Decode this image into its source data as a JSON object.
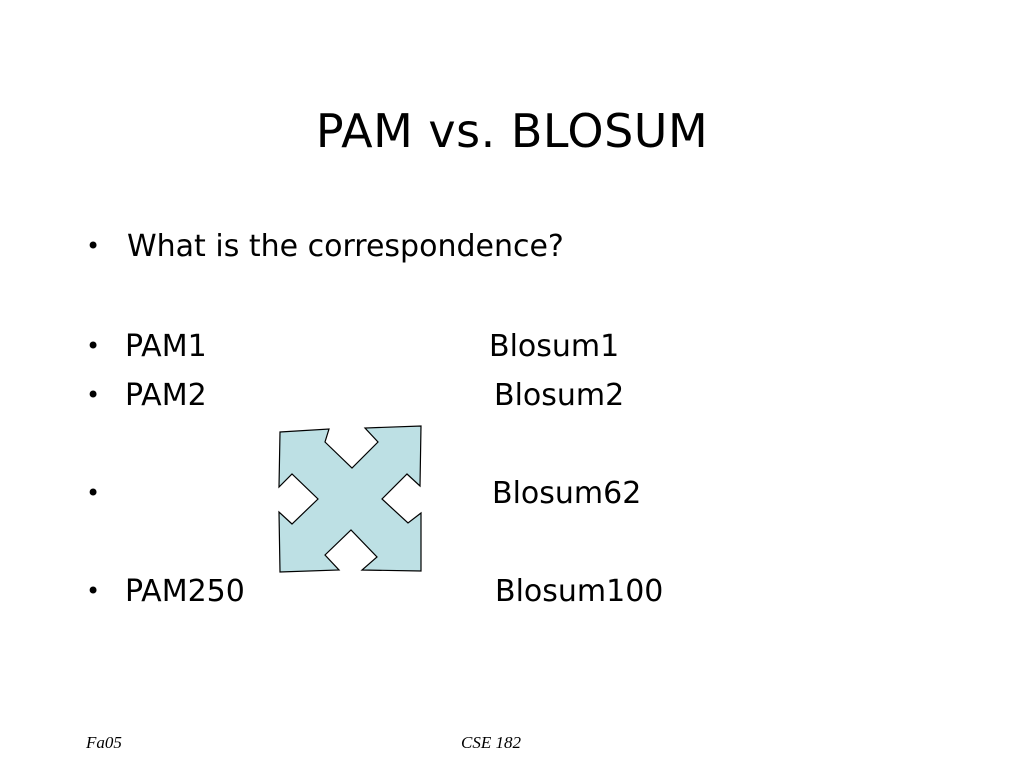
{
  "slide": {
    "title": "PAM vs. BLOSUM",
    "bullets": [
      {
        "marker": "•",
        "left": "What is the correspondence?",
        "right": ""
      },
      {
        "marker": "•",
        "left": "PAM1",
        "right": "Blosum1"
      },
      {
        "marker": "•",
        "left": "PAM2",
        "right": "Blosum2"
      },
      {
        "marker": "•",
        "left": "",
        "right": "Blosum62"
      },
      {
        "marker": "•",
        "left": "PAM250",
        "right": "Blosum100"
      }
    ],
    "shape": {
      "icon": "four-way-arrow-icon",
      "fill_color": "#bde0e4",
      "stroke_color": "#000000"
    },
    "footer": {
      "left": "Fa05",
      "center": "CSE 182"
    }
  }
}
